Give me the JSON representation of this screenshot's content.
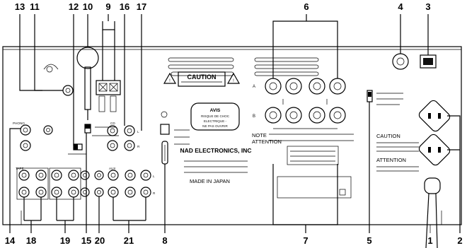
{
  "callouts": {
    "top": [
      "13",
      "11",
      "12",
      "10",
      "9",
      "16",
      "17",
      "6",
      "4",
      "3"
    ],
    "bottom": [
      "14",
      "18",
      "19",
      "15",
      "20",
      "8",
      "21",
      "7",
      "5",
      "1",
      "2"
    ]
  },
  "panel": {
    "caution_title": "CAUTION",
    "avis": [
      "AVIS",
      "RISQUE DE CHOC",
      "ELECTRIQUE -",
      "NE PAS OUVRIR"
    ],
    "brand": "NAD ELECTRONICS, INC",
    "origin": "MADE IN JAPAN",
    "note_label": "NOTE",
    "attention_label": "ATTENTION",
    "caution_side": "CAUTION",
    "attention_side": "ATTENTION",
    "speaker_rows": [
      "A",
      "B"
    ],
    "channels": [
      "L",
      "R"
    ],
    "phono": "PHONO",
    "tape": "TAPE",
    "cd": "CD",
    "aux": "AUX"
  }
}
